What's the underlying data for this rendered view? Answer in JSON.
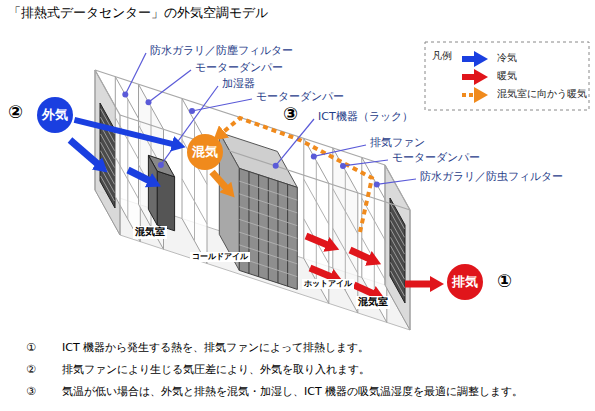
{
  "diagram": {
    "title": "「排熱式データセンター」の外気空調モデル",
    "nodes": [
      {
        "text": [
          "外気"
        ]
      },
      {
        "text": [
          "混気"
        ]
      },
      {
        "text": [
          "排気"
        ]
      }
    ],
    "edges": [
      {
        "from": 0,
        "to": 1,
        "arrow": "to"
      }
    ],
    "labels": [
      "凡例",
      "防水ガラリ／防塵フィルター",
      "モーターダンパー",
      "加湿器",
      "モーターダンパー",
      "ICT機器（ラック）",
      "排気ファン",
      "モーターダンパー",
      "防水ガラリ／防虫フィルター",
      "②",
      "③",
      "①",
      "混気室",
      "コールドアイル",
      "ホットアイル",
      "混気室",
      "①",
      "ICT 機器から発生する熱を、排気ファンによって排熱します。",
      "②",
      "排気ファンにより生じる気圧差により、外気を取り入れます。",
      "③",
      "気温が低い場合は、外気と排熱を混気・加湿し、ICT 機器の吸気温湿度を最適に調整します。"
    ],
    "legend": [
      {
        "text": "冷気"
      },
      {
        "text": "暖気"
      },
      {
        "text": "混気室に向かう暖気"
      }
    ]
  }
}
